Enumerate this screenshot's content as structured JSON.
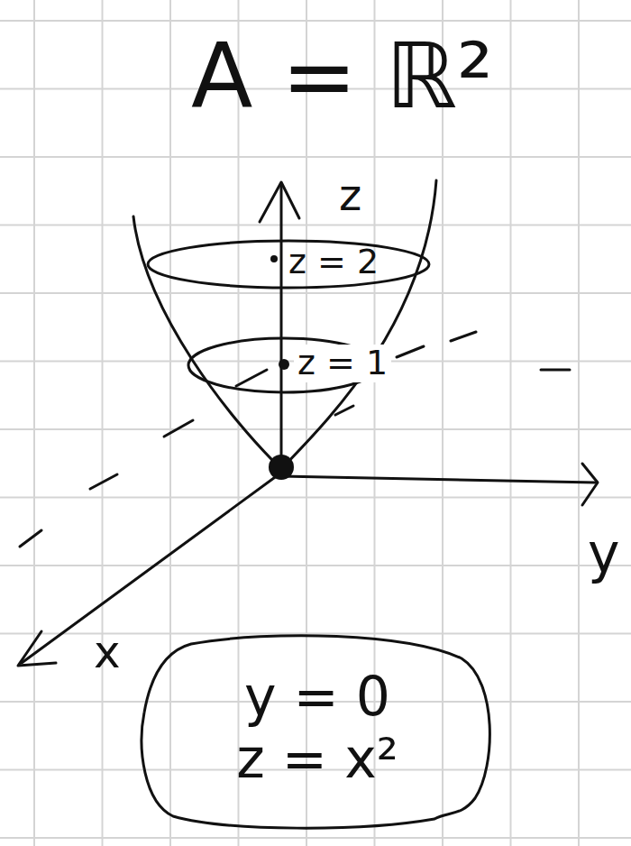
{
  "diagram": {
    "title": "A = ℝ²",
    "nodes": [
      {
        "text": [
          "y = 0",
          "z = x²"
        ]
      }
    ],
    "labels": [
      "z",
      "z = 2",
      "z = 1",
      "y",
      "x"
    ]
  }
}
